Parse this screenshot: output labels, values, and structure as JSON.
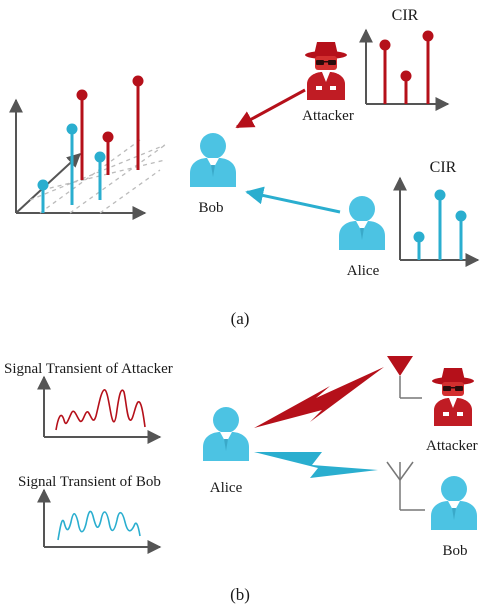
{
  "panel_a": {
    "caption": "(a)",
    "bob_label": "Bob",
    "attacker_label": "Attacker",
    "alice_label": "Alice",
    "cir_attacker_label": "CIR",
    "cir_alice_label": "CIR"
  },
  "panel_b": {
    "caption": "(b)",
    "transient_attacker_label": "Signal Transient of Attacker",
    "transient_bob_label": "Signal Transient of Bob",
    "alice_label": "Alice",
    "attacker_label": "Attacker",
    "bob_label": "Bob"
  },
  "colors": {
    "attacker_red": "#b5101a",
    "legit_cyan": "#2aaecf",
    "person_cyan": "#4cc3e3",
    "axis_gray": "#555555"
  },
  "icons": [
    "user-icon",
    "spy-icon",
    "antenna-icon",
    "lightning-bolt-icon"
  ]
}
